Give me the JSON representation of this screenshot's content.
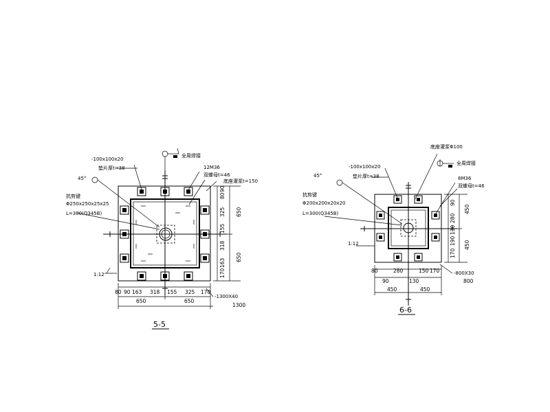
{
  "section_5_5": {
    "title": "5-5",
    "plate_label": "-100x100x20",
    "plate_thk_label": "垫片厚t=38",
    "angle_label": "45°",
    "slope_label": "1:12",
    "weld_label": "全周焊接",
    "bolt_label": "12M36",
    "nut_label": "双螺母t=46",
    "grout_label": "底座灌浆t=150",
    "stiffener_label": "抗剪键",
    "stiffener_size": "Φ250x250x25x25",
    "stiffener_len": "L=300(Q345B)",
    "base_plate": "-1300X40",
    "dims_bottom": [
      "80",
      "90",
      "163",
      "318",
      "155",
      "325",
      "170"
    ],
    "dims_half": [
      "650",
      "650"
    ],
    "dim_total": "1300",
    "dims_right": [
      "80",
      "90",
      "325",
      "155",
      "318",
      "163",
      "170"
    ],
    "dims_right_half": [
      "650",
      "650"
    ]
  },
  "section_6_6": {
    "title": "6-6",
    "plate_label": "-100x100x20",
    "plate_thk_label": "垫片厚t=38",
    "angle_label": "45°",
    "slope_label": "1:12",
    "weld_label": "全周焊接",
    "hole_label": "底座灌浆Φ100",
    "bolt_label": "8M36",
    "nut_label": "双螺母t=46",
    "stiffener_label": "抗剪键",
    "stiffener_size": "Φ200x200x20x20",
    "stiffener_len": "L=300(Q345B)",
    "base_plate": "-800X30",
    "dims_bottom": [
      "80",
      "280",
      "150",
      "170"
    ],
    "dims_bottom2": [
      "90",
      "130"
    ],
    "dims_half": [
      "450",
      "450"
    ],
    "dim_total": "800",
    "dims_right": [
      "90",
      "280",
      "130",
      "190",
      "170"
    ],
    "dims_right_half": [
      "450",
      "450"
    ]
  }
}
